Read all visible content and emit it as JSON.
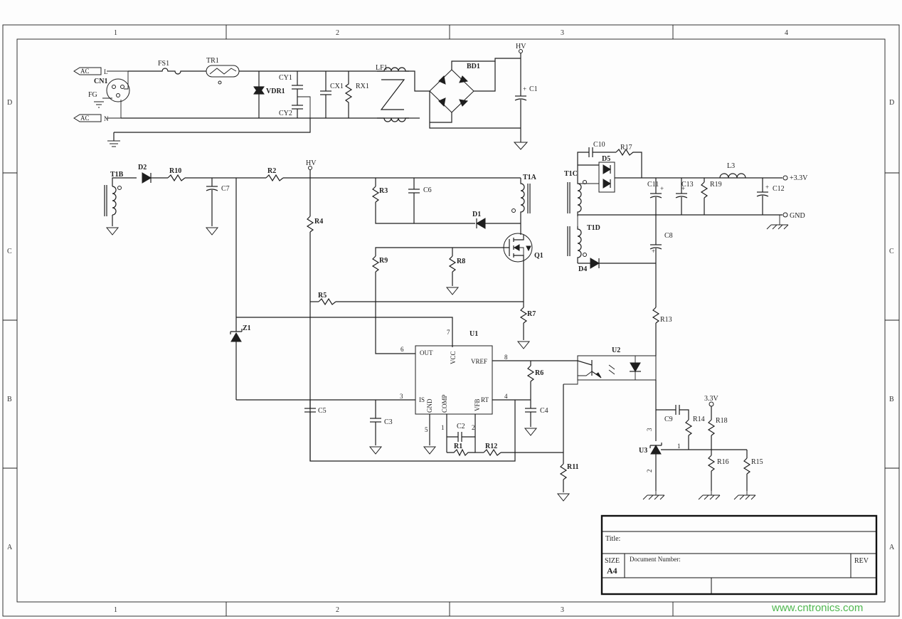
{
  "frame": {
    "columns_top": [
      "1",
      "2",
      "3",
      "4"
    ],
    "columns_bottom": [
      "1",
      "2",
      "3"
    ],
    "rows": [
      "D",
      "C",
      "B",
      "A"
    ]
  },
  "nets": {
    "hv": "HV",
    "v33": "+3.3V",
    "gnd": "GND",
    "v33b": "3.3V",
    "ac": "AC"
  },
  "components": {
    "cn1": "CN1",
    "fg": "FG",
    "l": "L",
    "n": "N",
    "fs1": "FS1",
    "tr1": "TR1",
    "vdr1": "VDR1",
    "cy1": "CY1",
    "cy2": "CY2",
    "cx1": "CX1",
    "rx1": "RX1",
    "lf1": "LF1",
    "bd1": "BD1",
    "c1": "C1",
    "t1b": "T1B",
    "d2": "D2",
    "r10": "R10",
    "c7": "C7",
    "r2": "R2",
    "r3": "R3",
    "c6": "C6",
    "t1a": "T1A",
    "d1": "D1",
    "q1": "Q1",
    "r8": "R8",
    "r9": "R9",
    "r4": "R4",
    "r5": "R5",
    "r7": "R7",
    "z1": "Z1",
    "u1": "U1",
    "c5": "C5",
    "c3": "C3",
    "c2": "C2",
    "r1": "R1",
    "r12": "R12",
    "c4": "C4",
    "r6": "R6",
    "r11": "R11",
    "u2": "U2",
    "c10": "C10",
    "r17": "R17",
    "d5": "D5",
    "t1c": "T1C",
    "t1d": "T1D",
    "d4": "D4",
    "c11": "C11",
    "c13": "C13",
    "r19": "R19",
    "l3": "L3",
    "c12": "C12",
    "c8": "C8",
    "r13": "R13",
    "c9": "C9",
    "r14": "R14",
    "r18": "R18",
    "r16": "R16",
    "r15": "R15",
    "u3": "U3"
  },
  "u1_pins": {
    "out": "OUT",
    "vcc": "VCC",
    "vref": "VREF",
    "is": "IS",
    "gnd": "GND",
    "comp": "COMP",
    "vfb": "VFB",
    "rt": "RT",
    "n6": "6",
    "n7": "7",
    "n8": "8",
    "n3": "3",
    "n5": "5",
    "n1": "1",
    "n2": "2",
    "n4": "4"
  },
  "u3_pins": {
    "n3": "3",
    "n1": "1",
    "n2": "2"
  },
  "title_block": {
    "title": "Title:",
    "size_label": "SIZE",
    "size": "A4",
    "doc_label": "Document Number:",
    "rev_label": "REV"
  },
  "watermark": "www.cntronics.com"
}
